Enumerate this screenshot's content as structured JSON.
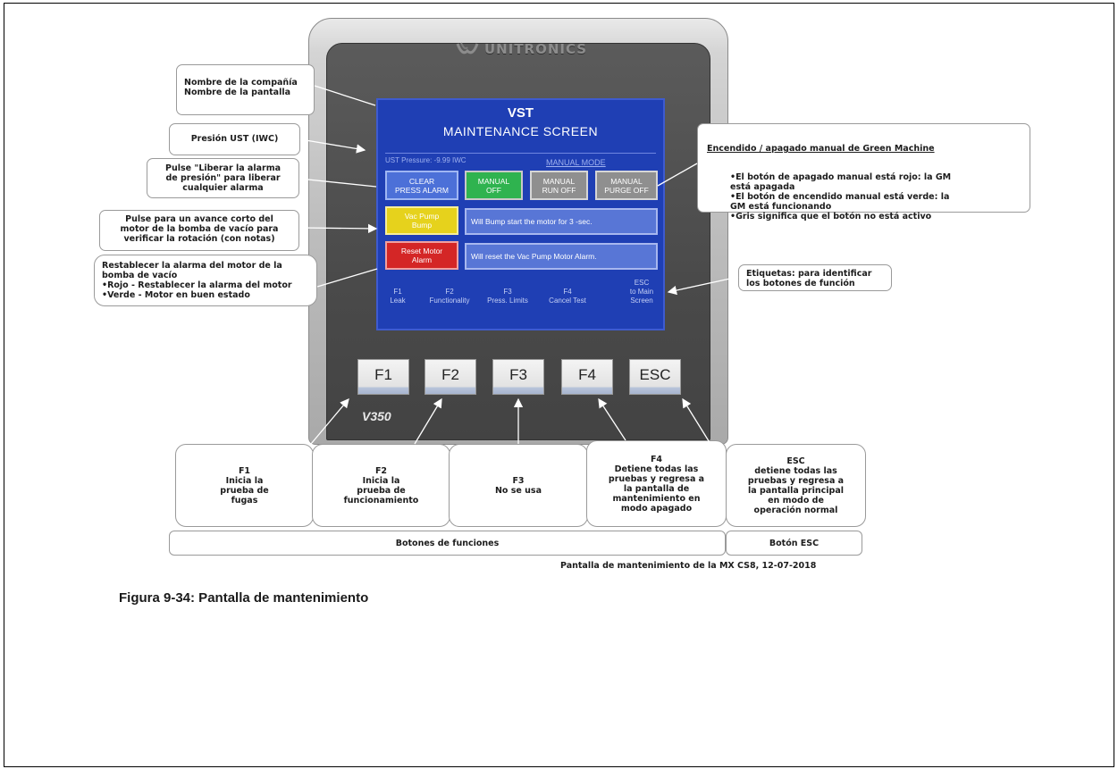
{
  "device": {
    "brand": "UNITRONICS",
    "model": "V350"
  },
  "screen": {
    "title": "VST",
    "subtitle": "MAINTENANCE SCREEN",
    "pressure": "UST Pressure:  -9.99 IWC",
    "mode": "MANUAL MODE",
    "buttons": {
      "clear": "CLEAR\nPRESS ALARM",
      "manual_off": "MANUAL\nOFF",
      "manual_run_off": "MANUAL\nRUN OFF",
      "manual_purge_off": "MANUAL\nPURGE OFF",
      "vac_pump_bump": "Vac Pump\nBump",
      "reset_motor_alarm": "Reset Motor\nAlarm"
    },
    "info": {
      "bump": "Will Bump start the motor for 3 -sec.",
      "reset": "Will reset the Vac Pump Motor Alarm."
    },
    "function_labels": {
      "f1": "F1\nLeak",
      "f2": "F2\nFunctionality",
      "f3": "F3\nPress. Limits",
      "f4": "F4\nCancel Test",
      "esc": "ESC\nto Main\nScreen"
    },
    "colors": {
      "background": "#1f3fb4",
      "clear": "#4c70d8",
      "manual_off": "#2fb34f",
      "inactive": "#8f8f8f",
      "vac_pump": "#e6d21c",
      "reset": "#d42626"
    }
  },
  "keys": {
    "f1": "F1",
    "f2": "F2",
    "f3": "F3",
    "f4": "F4",
    "esc": "ESC"
  },
  "callouts": {
    "company": "Nombre de la compañía\nNombre de la pantalla",
    "ust": "Presión UST (IWC)",
    "clear": "Pulse \"Liberar la alarma\nde presión\" para liberar\ncualquier alarma",
    "vac_pump": "Pulse para un avance corto del\nmotor de la bomba de vacío para\nverificar la rotación (con notas)",
    "reset": "Restablecer la alarma del motor de la\nbomba de vacío\n    •Rojo - Restablecer la alarma del motor\n    •Verde - Motor en buen estado",
    "manual_title": "Encendido / apagado manual de Green Machine",
    "manual_body": "•El botón de apagado manual está rojo: la GM\nestá apagada\n•El botón de encendido manual está verde: la\nGM está funcionando\n•Gris significa que el botón no está activo",
    "labels": "Etiquetas: para identificar\nlos botones de función"
  },
  "function_boxes": {
    "f1": "F1\nInicia la\nprueba de\nfugas",
    "f2": "F2\nInicia la\nprueba de\nfuncionamiento",
    "f3": "F3\nNo se usa",
    "f4": "F4\nDetiene todas las\npruebas y regresa a\nla pantalla de\nmantenimiento en\nmodo apagado",
    "esc": "ESC\ndetiene todas las\npruebas y regresa a\nla pantalla principal\nen modo de\noperación normal"
  },
  "groups": {
    "functions": "Botones de funciones",
    "esc": "Botón ESC"
  },
  "footnote": "Pantalla de mantenimiento de la MX CS8, 12-07-2018",
  "caption": "Figura 9-34:  Pantalla de mantenimiento"
}
